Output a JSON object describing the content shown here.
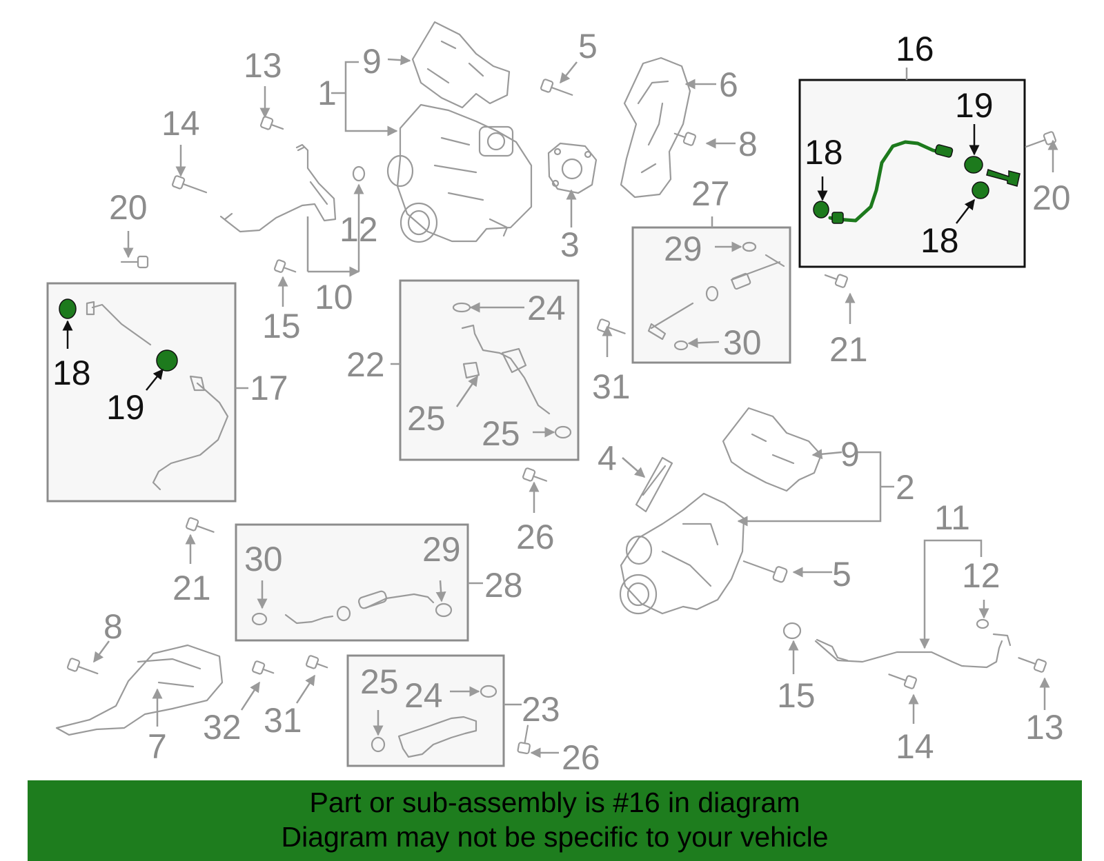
{
  "banner": {
    "line1": "Part or sub-assembly is #16 in diagram",
    "line2": "Diagram may not be specific to your vehicle",
    "color": "#1e7d1e"
  },
  "highlight": {
    "part_number": "16",
    "color": "#1d7a1d"
  },
  "callouts": {
    "c1": "1",
    "c2": "2",
    "c3": "3",
    "c4": "4",
    "c5a": "5",
    "c5b": "5",
    "c6": "6",
    "c7": "7",
    "c8a": "8",
    "c8b": "8",
    "c9a": "9",
    "c9b": "9",
    "c10": "10",
    "c11": "11",
    "c12a": "12",
    "c12b": "12",
    "c13a": "13",
    "c13b": "13",
    "c14a": "14",
    "c14b": "14",
    "c15a": "15",
    "c15b": "15",
    "c16": "16",
    "c17": "17",
    "c18a": "18",
    "c18b": "18",
    "c18c": "18",
    "c19a": "19",
    "c19b": "19",
    "c20a": "20",
    "c20b": "20",
    "c21a": "21",
    "c21b": "21",
    "c22": "22",
    "c23": "23",
    "c24a": "24",
    "c24b": "24",
    "c25a": "25",
    "c25b": "25",
    "c25c": "25",
    "c26a": "26",
    "c26b": "26",
    "c27": "27",
    "c28": "28",
    "c29a": "29",
    "c29b": "29",
    "c30a": "30",
    "c30b": "30",
    "c31a": "31",
    "c31b": "31",
    "c32": "32"
  }
}
